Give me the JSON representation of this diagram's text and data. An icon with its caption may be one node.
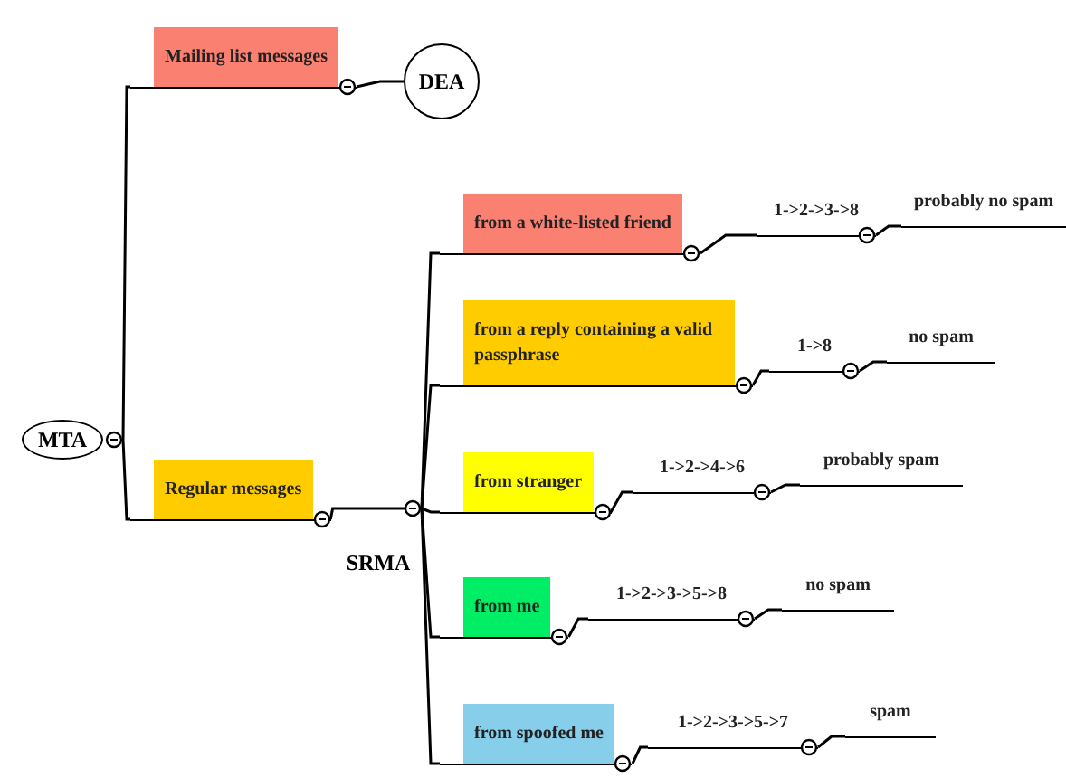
{
  "diagram": {
    "nodes": [
      {
        "text": [
          "MTA"
        ]
      },
      {
        "text": [
          "Mailing list messages"
        ]
      },
      {
        "text": [
          "DEA"
        ]
      },
      {
        "text": [
          "Regular messages"
        ]
      },
      {
        "text": [
          "SRMA"
        ]
      },
      {
        "text": [
          "from a white-listed friend"
        ]
      },
      {
        "text": [
          "1->2->3->8"
        ]
      },
      {
        "text": [
          "probably no spam"
        ]
      },
      {
        "text": [
          "from a reply containing a valid passphrase"
        ]
      },
      {
        "text": [
          "1->8"
        ]
      },
      {
        "text": [
          "no spam"
        ]
      },
      {
        "text": [
          "from stranger"
        ]
      },
      {
        "text": [
          "1->2->4->6"
        ]
      },
      {
        "text": [
          "probably spam"
        ]
      },
      {
        "text": [
          "from me"
        ]
      },
      {
        "text": [
          "1->2->3->5->8"
        ]
      },
      {
        "text": [
          "no spam"
        ]
      },
      {
        "text": [
          "from spoofed me"
        ]
      },
      {
        "text": [
          "1->2->3->5->7"
        ]
      },
      {
        "text": [
          "spam"
        ]
      }
    ],
    "edges": [
      {
        "from": 0,
        "to": 1,
        "arrow": "none"
      },
      {
        "from": 0,
        "to": 3,
        "arrow": "none"
      },
      {
        "from": 1,
        "to": 2,
        "arrow": "none"
      },
      {
        "from": 3,
        "to": 4,
        "arrow": "none"
      },
      {
        "from": 4,
        "to": 5,
        "arrow": "none"
      },
      {
        "from": 4,
        "to": 8,
        "arrow": "none"
      },
      {
        "from": 4,
        "to": 11,
        "arrow": "none"
      },
      {
        "from": 4,
        "to": 14,
        "arrow": "none"
      },
      {
        "from": 4,
        "to": 17,
        "arrow": "none"
      },
      {
        "from": 5,
        "to": 6,
        "arrow": "none"
      },
      {
        "from": 6,
        "to": 7,
        "arrow": "none"
      },
      {
        "from": 8,
        "to": 9,
        "arrow": "none"
      },
      {
        "from": 9,
        "to": 10,
        "arrow": "none"
      },
      {
        "from": 11,
        "to": 12,
        "arrow": "none"
      },
      {
        "from": 12,
        "to": 13,
        "arrow": "none"
      },
      {
        "from": 14,
        "to": 15,
        "arrow": "none"
      },
      {
        "from": 15,
        "to": 16,
        "arrow": "none"
      },
      {
        "from": 17,
        "to": 18,
        "arrow": "none"
      },
      {
        "from": 18,
        "to": 19,
        "arrow": "none"
      }
    ]
  }
}
